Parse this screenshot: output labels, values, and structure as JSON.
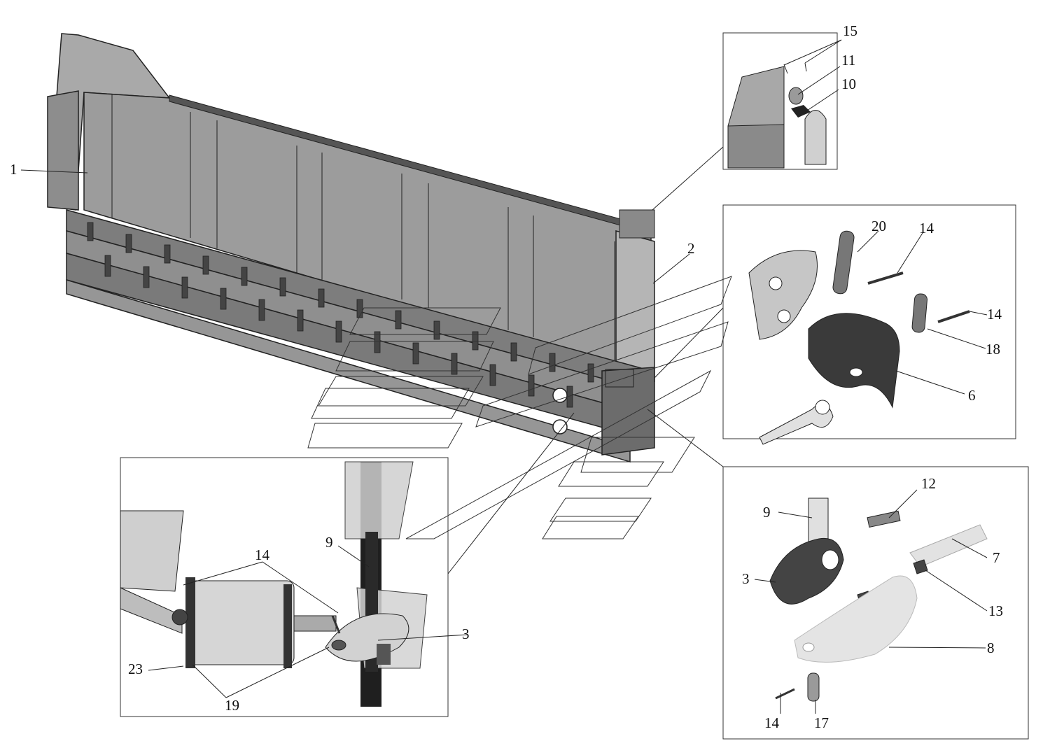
{
  "callouts": {
    "c1": "1",
    "c2": "2",
    "c3": "3",
    "c6": "6",
    "c7": "7",
    "c8": "8",
    "c9": "9",
    "c10": "10",
    "c11": "11",
    "c12": "12",
    "c13": "13",
    "c14": "14",
    "c15": "15",
    "c17": "17",
    "c18": "18",
    "c19": "19",
    "c20": "20",
    "c23": "23"
  },
  "colors": {
    "body_panel": "#9a9a9a",
    "body_light": "#c4c4c4",
    "dark_part": "#3a3a3a",
    "light_part": "#d8d8d8",
    "outline": "#222222"
  }
}
